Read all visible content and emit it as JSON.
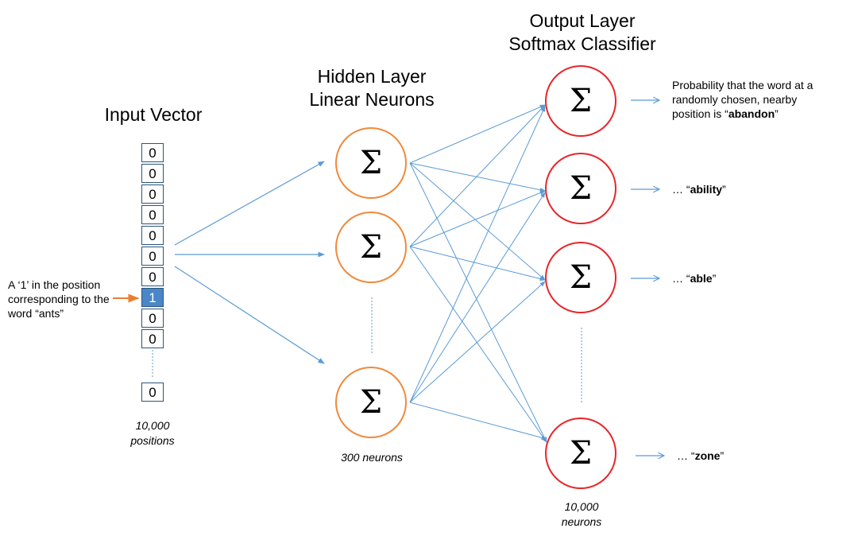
{
  "titles": {
    "input": "Input Vector",
    "hidden_line1": "Hidden Layer",
    "hidden_line2": "Linear Neurons",
    "output_line1": "Output Layer",
    "output_line2": "Softmax Classifier"
  },
  "input_vector": {
    "cells": [
      "0",
      "0",
      "0",
      "0",
      "0",
      "0",
      "0",
      "1",
      "0",
      "0"
    ],
    "last_cell": "0",
    "caption_line1": "10,000",
    "caption_line2": "positions",
    "annotation_line1": "A ‘1’ in the position",
    "annotation_line2": "corresponding to the",
    "annotation_line3": "word “ants”"
  },
  "hidden_layer": {
    "symbol": "Σ",
    "caption": "300 neurons"
  },
  "output_layer": {
    "symbol": "Σ",
    "caption_line1": "10,000",
    "caption_line2": "neurons",
    "label1_line1": "Probability that the word at a",
    "label1_line2": "randomly chosen, nearby",
    "label1_line3_prefix": "position is “",
    "label1_word": "abandon",
    "label1_suffix": "”",
    "label2_prefix": "… “",
    "label2_word": "ability",
    "label2_suffix": "”",
    "label3_prefix": "… “",
    "label3_word": "able",
    "label3_suffix": "”",
    "label4_prefix": "… “",
    "label4_word": "zone",
    "label4_suffix": "”"
  },
  "colors": {
    "wire": "#5b9bd5",
    "hidden_border": "#ef8a3c",
    "output_border": "#e8262a",
    "active_cell": "#4a86c8",
    "annotation_arrow": "#ed7d31"
  }
}
